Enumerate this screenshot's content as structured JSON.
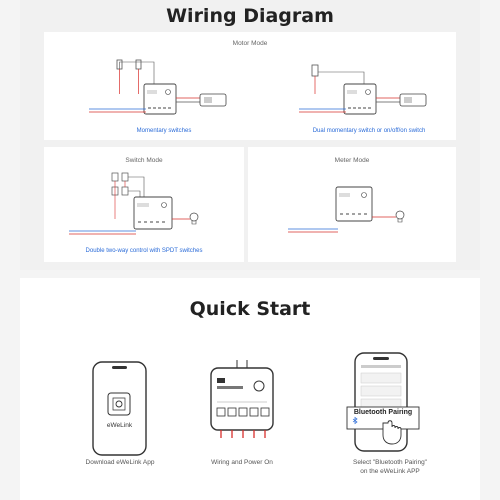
{
  "wiring": {
    "title": "Wiring Diagram",
    "motor_mode": {
      "label": "Motor Mode",
      "left_caption": "Momentary switches",
      "right_caption": "Dual momentary switch or on/off/on switch"
    },
    "switch_mode": {
      "label": "Switch Mode",
      "caption": "Double two-way control with SPDT switches"
    },
    "meter_mode": {
      "label": "Meter Mode"
    }
  },
  "quick_start": {
    "title": "Quick Start",
    "phone_app_name": "eWeLink",
    "popup_title": "Bluetooth Pairing",
    "steps": [
      {
        "label": "Download eWeLink App"
      },
      {
        "label": "Wiring and Power On"
      },
      {
        "label_line1": "Select \"Bluetooth Pairing\"",
        "label_line2": "on the eWeLink APP"
      }
    ]
  },
  "colors": {
    "caption_blue": "#2a6bd8",
    "live_red": "#d9302c",
    "neutral_blue": "#2a6bd8"
  }
}
